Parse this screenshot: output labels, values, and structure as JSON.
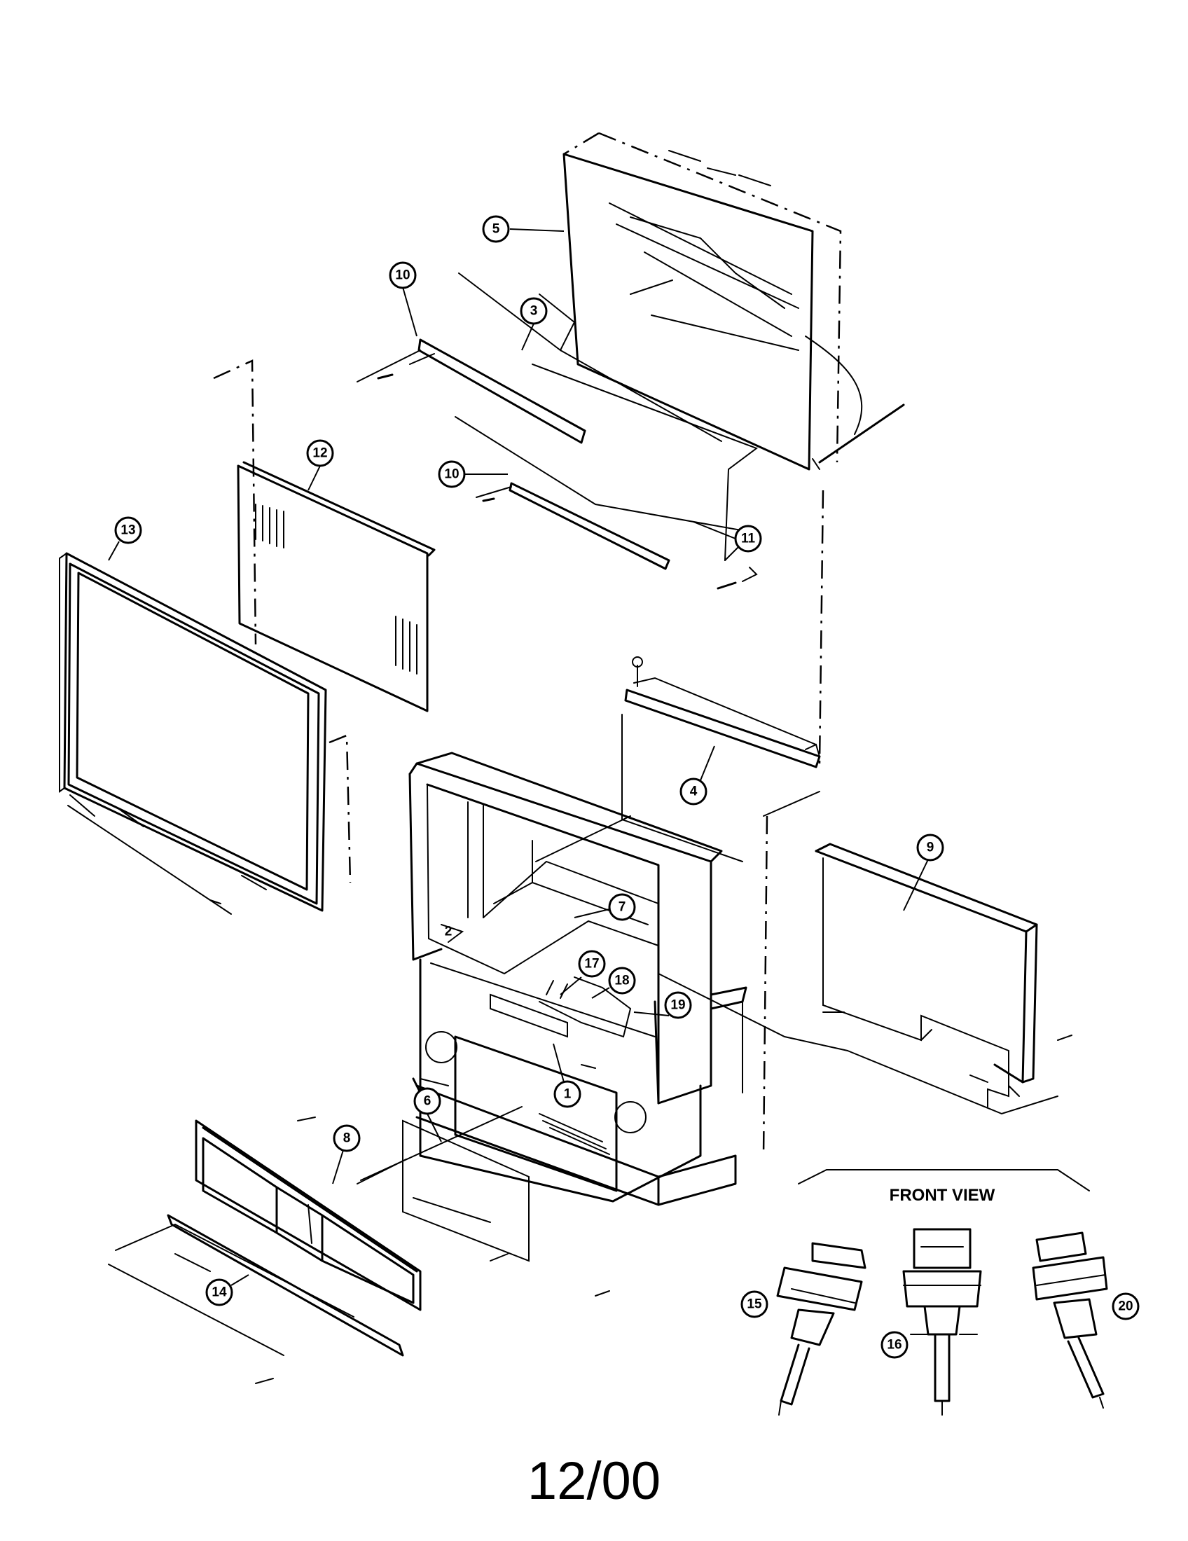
{
  "diagram": {
    "part_callouts": [
      "1",
      "2",
      "3",
      "4",
      "5",
      "6",
      "7",
      "8",
      "9",
      "10",
      "10",
      "11",
      "12",
      "13",
      "14",
      "15",
      "16",
      "17",
      "18",
      "19",
      "20"
    ],
    "front_view_label": "FRONT VIEW"
  },
  "footer": {
    "date_code": "12/00"
  }
}
